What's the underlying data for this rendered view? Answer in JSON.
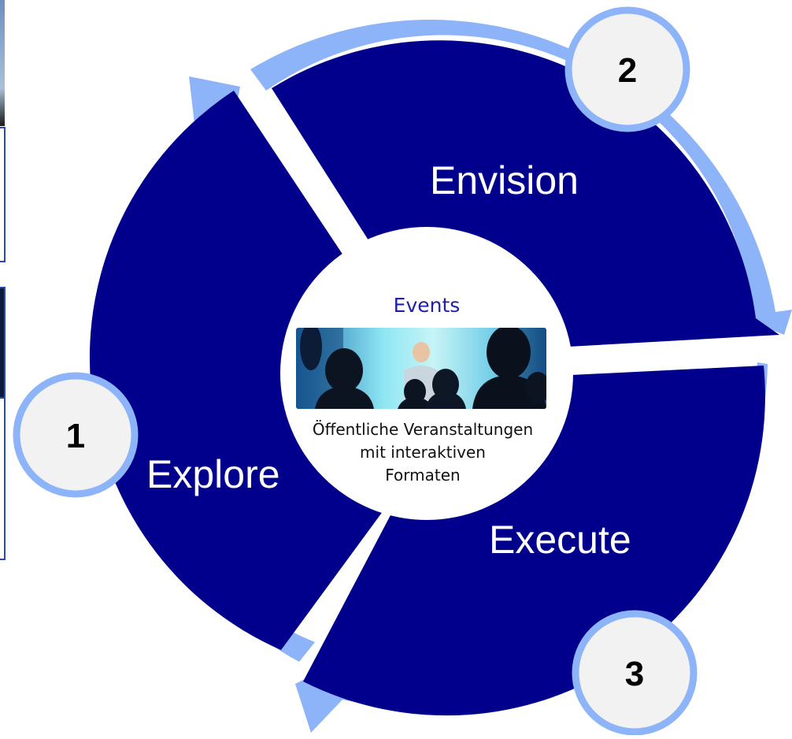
{
  "colors": {
    "segment_fill": "#00008c",
    "ring": "#8db3f8",
    "badge_fill": "#f2f2f2",
    "badge_stroke": "#8db3f8",
    "center_title": "#1f1fa8",
    "photo_tint": "#3ac0e8"
  },
  "segments": [
    {
      "label": "Explore"
    },
    {
      "label": "Envision"
    },
    {
      "label": "Execute"
    }
  ],
  "steps": [
    {
      "number": "1"
    },
    {
      "number": "2"
    },
    {
      "number": "3"
    }
  ],
  "center": {
    "title": "Events",
    "description_lines": [
      "Öffentliche Veranstaltungen",
      "mit interaktiven",
      "Formaten"
    ],
    "photo": "audience-presentation-photo"
  }
}
